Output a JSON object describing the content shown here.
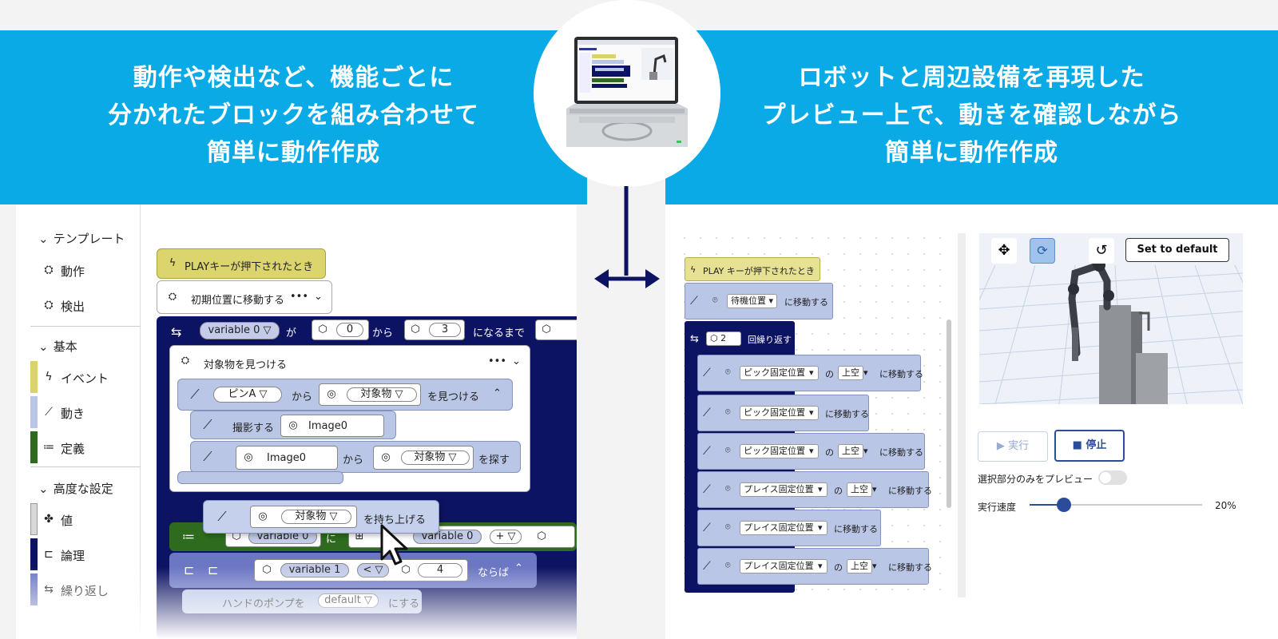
{
  "left_heading": [
    "動作や検出など、機能ごとに",
    "分かれたブロックを組み合わせて",
    "簡単に動作作成"
  ],
  "right_heading": [
    "ロボットと周辺設備を再現した",
    "プレビュー上で、動きを確認しながら",
    "簡単に動作作成"
  ],
  "sidebar": {
    "template_label": "テンプレート",
    "template_items": [
      "動作",
      "検出"
    ],
    "basic_label": "基本",
    "basic_items": [
      "イベント",
      "動き",
      "定義"
    ],
    "advanced_label": "高度な設定",
    "advanced_items": [
      "値",
      "論理",
      "繰り返し"
    ]
  },
  "left_blocks": {
    "event": "PLAYキーが押下されたとき",
    "move_initial": "初期位置に移動する",
    "loop_var": "variable 0 ▽",
    "loop_ga": "が",
    "loop_from_val": "0",
    "loop_kara": "から",
    "loop_to_val": "3",
    "loop_until": "になるまで",
    "find_title": "対象物を見つける",
    "pin": "ピンA ▽",
    "pin_kara": "から",
    "target": "対象物 ▽",
    "find_label": "を見つける",
    "capture": "撮影する",
    "image0": "Image0",
    "image0_b": "Image0",
    "search_kara": "から",
    "target_b": "対象物 ▽",
    "search_label": "を探す",
    "drag_target": "対象物 ▽",
    "pickup": "を持ち上げる",
    "var0": "variable 0",
    "ni": "に",
    "var0_b": "variable 0",
    "plus": "+ ▽",
    "var1": "variable 1",
    "lt": "< ▽",
    "four": "4",
    "naraba": "ならば",
    "pump": "ハンドのポンプを",
    "default": "default ▽",
    "suru": "にする",
    "more": "•••"
  },
  "right_blocks": {
    "event": "PLAY キーが押下されたとき",
    "standby": "待機位置",
    "move_to": "に移動する",
    "repeat_n": "2",
    "repeat_label": "回繰り返す",
    "rows": [
      {
        "pos": "ピック固定位置",
        "extra": "上空",
        "label": "に移動する"
      },
      {
        "pos": "ピック固定位置",
        "extra": "",
        "label": "に移動する"
      },
      {
        "pos": "ピック固定位置",
        "extra": "上空",
        "label": "に移動する"
      },
      {
        "pos": "プレイス固定位置",
        "extra": "上空",
        "label": "に移動する"
      },
      {
        "pos": "プレイス固定位置",
        "extra": "",
        "label": "に移動する"
      },
      {
        "pos": "プレイス固定位置",
        "extra": "上空",
        "label": "に移動する"
      }
    ],
    "no": "の",
    "dropdown": "▾"
  },
  "preview": {
    "set_default": "Set to default",
    "run": "実行",
    "stop": "停止",
    "preview_selected": "選択部分のみをプレビュー",
    "speed_label": "実行速度",
    "speed_value": "20%",
    "speed_fraction": 0.2
  },
  "colors": {
    "band": "#0aaae6",
    "navy": "#0d1363",
    "green": "#2e6b1e",
    "event_yellow": "#d9d36a",
    "motion_blue": "#b9c6e6"
  }
}
